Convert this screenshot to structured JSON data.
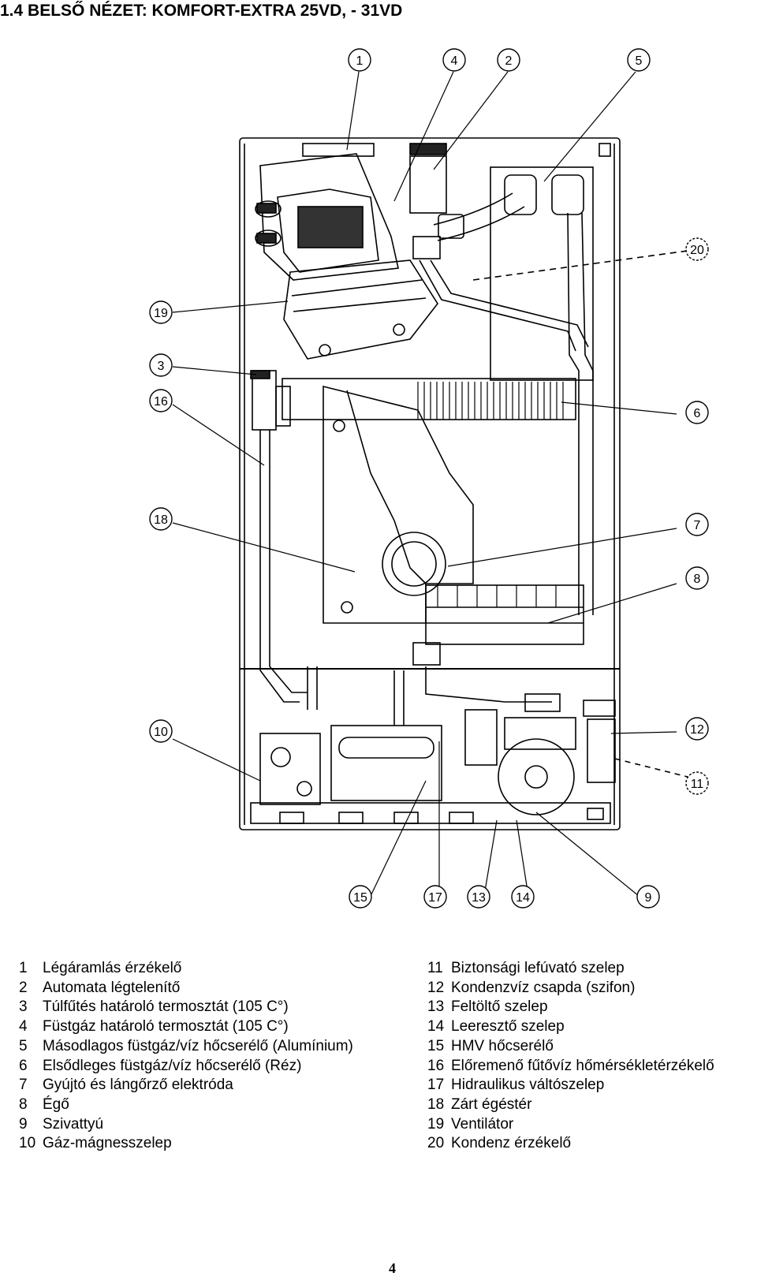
{
  "title": "1.4 BELSŐ NÉZET: KOMFORT-EXTRA 25VD, - 31VD",
  "callouts": [
    "1",
    "4",
    "2",
    "5",
    "20",
    "19",
    "3",
    "16",
    "6",
    "18",
    "7",
    "8",
    "10",
    "12",
    "11",
    "15",
    "17",
    "13",
    "14",
    "9"
  ],
  "legend": {
    "left": [
      {
        "num": "1",
        "text": "Légáramlás érzékelő"
      },
      {
        "num": "2",
        "text": "Automata légtelenítő"
      },
      {
        "num": "3",
        "text": "Túlfűtés határoló termosztát (105 C°)"
      },
      {
        "num": "4",
        "text": "Füstgáz határoló termosztát (105 C°)"
      },
      {
        "num": "5",
        "text": "Másodlagos füstgáz/víz hőcserélő (Alumínium)"
      },
      {
        "num": "6",
        "text": "Elsődleges füstgáz/víz hőcserélő (Réz)"
      },
      {
        "num": "7",
        "text": "Gyújtó és lángőrző elektróda"
      },
      {
        "num": "8",
        "text": "Égő"
      },
      {
        "num": "9",
        "text": "Szivattyú"
      },
      {
        "num": "10",
        "text": "Gáz-mágnesszelep"
      }
    ],
    "right": [
      {
        "num": "11",
        "text": "Biztonsági lefúvató szelep"
      },
      {
        "num": "12",
        "text": "Kondenzvíz csapda (szifon)"
      },
      {
        "num": "13",
        "text": "Feltöltő szelep"
      },
      {
        "num": "14",
        "text": "Leeresztő szelep"
      },
      {
        "num": "15",
        "text": "HMV hőcserélő"
      },
      {
        "num": "16",
        "text": "Előremenő fűtővíz hőmérsékletérzékelő"
      },
      {
        "num": "17",
        "text": "Hidraulikus váltószelep"
      },
      {
        "num": "18",
        "text": "Zárt égéstér"
      },
      {
        "num": "19",
        "text": "Ventilátor"
      },
      {
        "num": "20",
        "text": "Kondenz érzékelő"
      }
    ]
  },
  "page_number": "4"
}
